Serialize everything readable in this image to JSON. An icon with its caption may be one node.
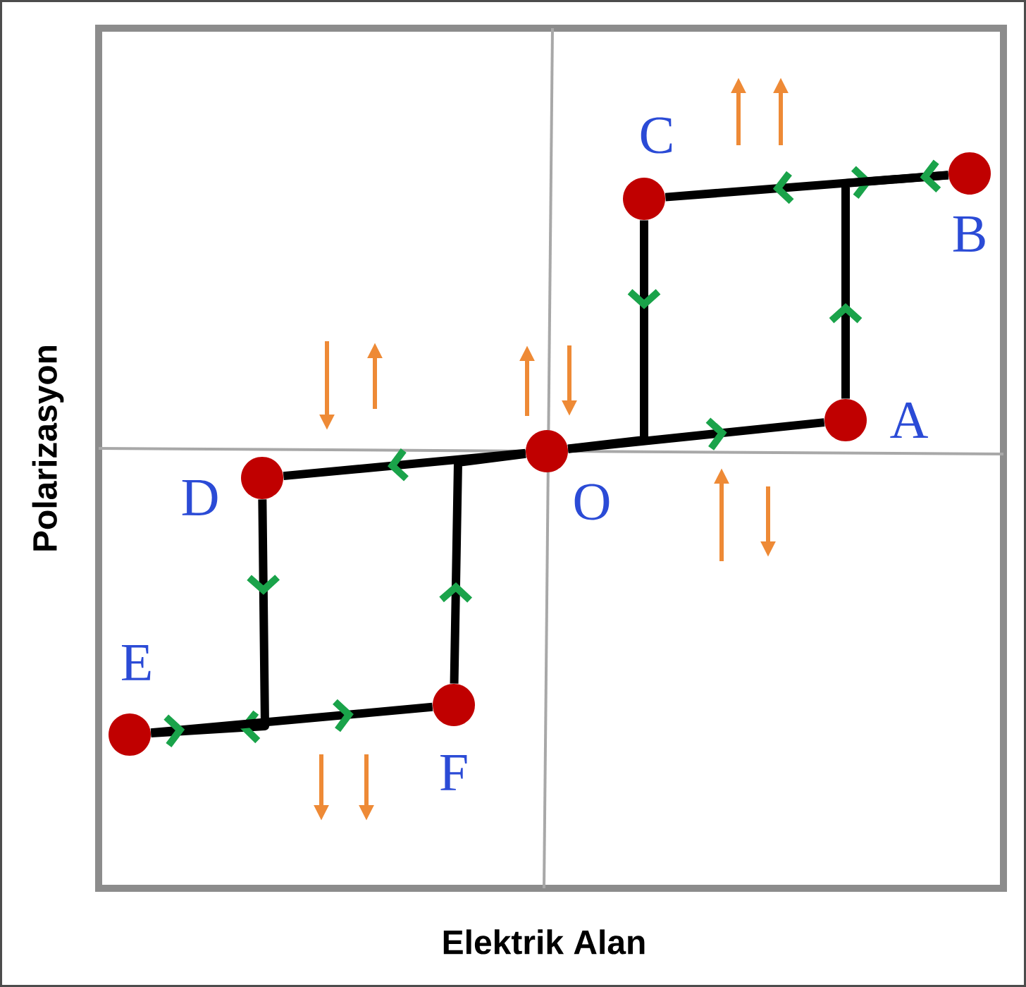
{
  "diagram": {
    "nodes": [
      {
        "text": [],
        "shape": "circle",
        "beside": [
          "O"
        ]
      },
      {
        "text": [],
        "shape": "circle",
        "beside": [
          "A"
        ]
      },
      {
        "text": [],
        "shape": "circle",
        "beside": [
          "B"
        ]
      },
      {
        "text": [],
        "shape": "circle",
        "beside": [
          "C"
        ]
      },
      {
        "text": [],
        "shape": "circle",
        "beside": [
          "D"
        ]
      },
      {
        "text": [],
        "shape": "circle",
        "beside": [
          "E"
        ]
      },
      {
        "text": [],
        "shape": "circle",
        "beside": [
          "F"
        ]
      }
    ],
    "edges": [
      {
        "from": 0,
        "to": 1,
        "arrow": "to"
      },
      {
        "from": 1,
        "to": 2,
        "arrow": "to"
      },
      {
        "from": 2,
        "to": 3,
        "arrow": "to"
      },
      {
        "from": 3,
        "to": 0,
        "arrow": "to"
      },
      {
        "from": 0,
        "to": 4,
        "arrow": "to"
      },
      {
        "from": 4,
        "to": 5,
        "arrow": "to"
      },
      {
        "from": 5,
        "to": 6,
        "arrow": "to"
      },
      {
        "from": 6,
        "to": 0,
        "arrow": "to"
      }
    ],
    "labels": [
      "Polarizasyon",
      "Elektrik Alan"
    ]
  }
}
